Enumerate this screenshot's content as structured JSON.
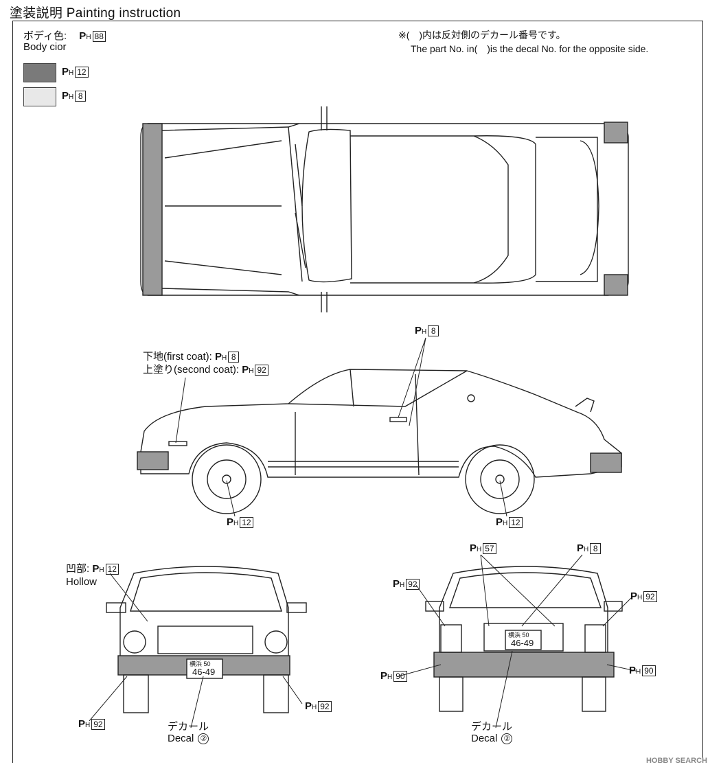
{
  "title": "塗装説明 Painting instruction",
  "body_color": {
    "jp": "ボディ色:",
    "en": "Body cior",
    "code": "88"
  },
  "swatches": [
    {
      "code": "12",
      "color": "#7a7a7a"
    },
    {
      "code": "8",
      "color": "#e8e8e8"
    }
  ],
  "note": {
    "jp": "※(　)内は反対側のデカール番号です。",
    "en": "The part No. in(　)is the decal No. for the opposite side."
  },
  "side_labels": {
    "first_coat": "下地(first coat):",
    "first_coat_code": "8",
    "second_coat": "上塗り(second coat):",
    "second_coat_code": "92",
    "top_code": "8",
    "wheel_front_code": "12",
    "wheel_rear_code": "12"
  },
  "front_labels": {
    "hollow_jp": "凹部:",
    "hollow_en": "Hollow",
    "hollow_code": "12",
    "bumper_left_code": "92",
    "bumper_right_code": "92",
    "decal_jp": "デカール",
    "decal_en": "Decal",
    "decal_no": "②",
    "plate_top": "横浜 50",
    "plate_num": "46-49"
  },
  "rear_labels": {
    "top_left_code": "57",
    "top_right_code": "8",
    "left_light_code": "92",
    "right_light_code": "92",
    "left_bumper_code": "90",
    "right_bumper_code": "90",
    "decal_jp": "デカール",
    "decal_en": "Decal",
    "decal_no": "②",
    "plate_top": "横浜 50",
    "plate_num": "46-49"
  },
  "ph_prefix": "P",
  "ph_sub": "H",
  "watermark": "HOBBY SEARCH"
}
